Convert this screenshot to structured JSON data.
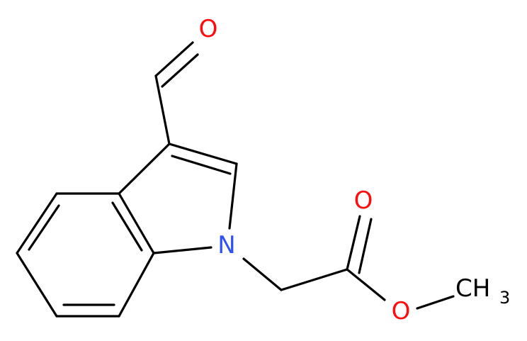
{
  "molecule": {
    "atoms": {
      "aldehyde_oxygen": "O",
      "ring_nitrogen": "N",
      "carbonyl_oxygen": "O",
      "ester_oxygen": "O",
      "methyl": "CH",
      "methyl_subscript": "3"
    },
    "colors": {
      "bond": "#000000",
      "oxygen": "#ff0d0d",
      "nitrogen": "#3050f8",
      "carbon": "#000000",
      "background": "#ffffff"
    }
  }
}
